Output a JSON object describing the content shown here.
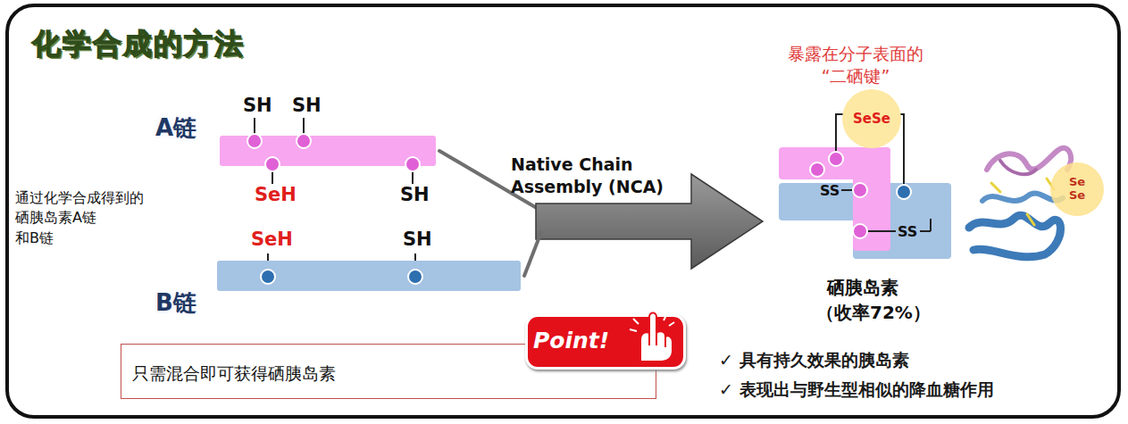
{
  "diagram": {
    "title": "化学合成的方法",
    "nodes": [
      {
        "text": [
          "A链"
        ]
      },
      {
        "text": [
          "B链"
        ]
      },
      {
        "text": [
          "硒胰岛素 （收率72%）"
        ]
      },
      {
        "text": [
          "SeSe"
        ]
      },
      {
        "text": [
          "只需混合即可获得硒胰岛素"
        ]
      },
      {
        "text": [
          "Point!"
        ]
      },
      {
        "text": [
          "Se",
          "Se"
        ]
      }
    ],
    "edges": [
      {
        "from": 0,
        "to": 2,
        "arrow": "to",
        "label": "Native Chain Assembly (NCA)"
      },
      {
        "from": 1,
        "to": 2,
        "arrow": "to"
      }
    ],
    "labels": [
      "SH",
      "SH",
      "SeH",
      "SH",
      "SeH",
      "SH",
      "通过化学合成得到的 硒胰岛素A链 和B链",
      "暴露在分子表面的 “二硒键”",
      "SS",
      "SS",
      "✓ 具有持久效果的胰岛素",
      "✓ 表现出与野生型相似的降血糖作用"
    ]
  }
}
